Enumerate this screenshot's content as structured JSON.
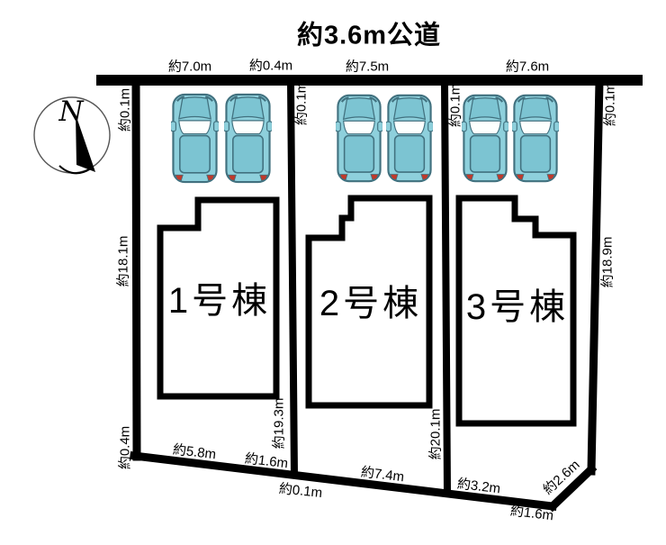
{
  "title": "約3.6m公道",
  "compass": {
    "north_label": "N"
  },
  "buildings": [
    {
      "name": "1号棟"
    },
    {
      "name": "2号棟"
    },
    {
      "name": "3号棟"
    }
  ],
  "cars_per_lot": 2,
  "dimensions": {
    "top": [
      "約7.0m",
      "約0.4m",
      "約7.5m",
      "約7.6m"
    ],
    "left_side": [
      "約0.1m",
      "約18.1m",
      "約0.4m"
    ],
    "right_side": [
      "約0.1m",
      "約18.9m"
    ],
    "lot_inner_top": [
      "約0.1m",
      "約0.1m"
    ],
    "lot_inner_right": [
      "約19.3m",
      "約20.1m"
    ],
    "bottom": [
      "約5.8m",
      "約1.6m",
      "約0.1m",
      "約7.4m",
      "約3.2m",
      "約1.6m",
      "約2.6m"
    ]
  },
  "colors": {
    "line": "#000000",
    "background": "#ffffff",
    "car_body": "#8ed0dc",
    "car_accent": "#7cc4d2",
    "car_outline": "#41717f",
    "car_taillight": "#c0392b"
  }
}
